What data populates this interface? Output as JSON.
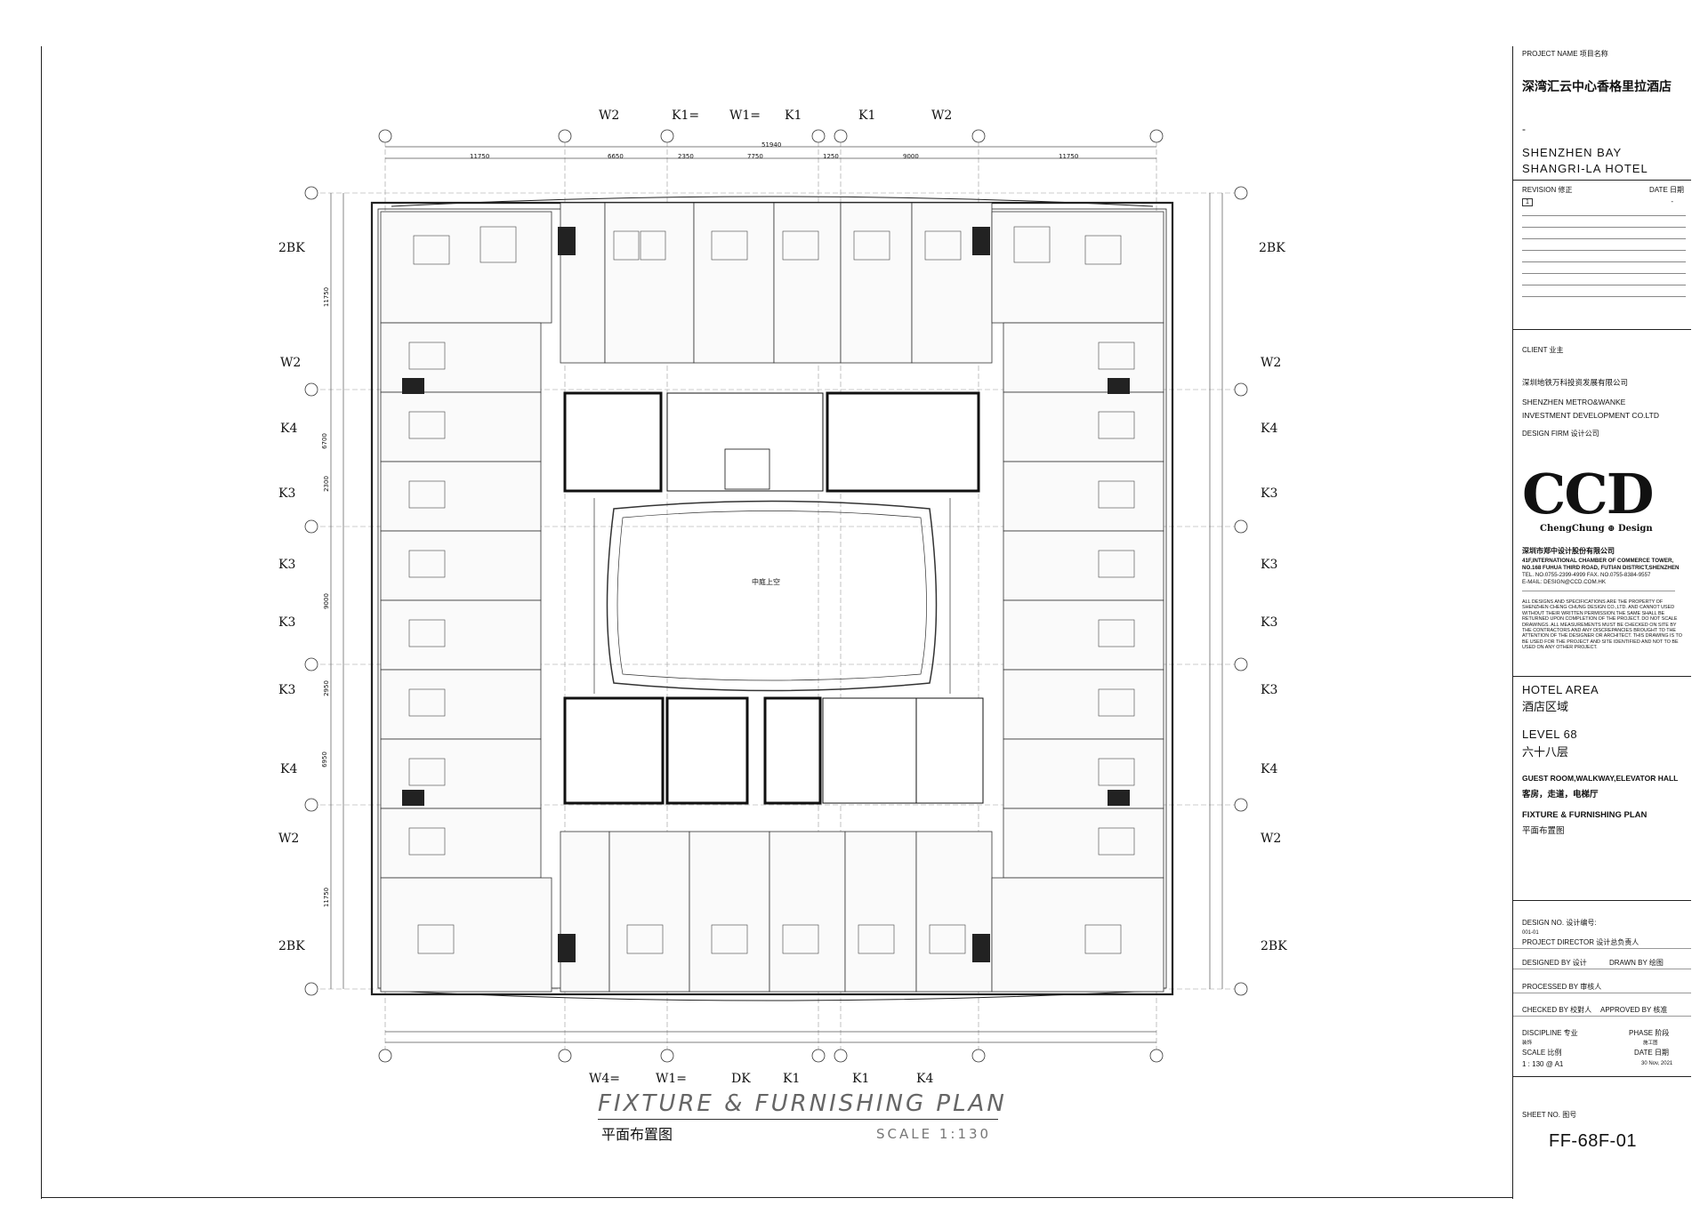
{
  "drawing": {
    "top_unit_labels": [
      "W2",
      "K1=",
      "W1=",
      "K1",
      "K1",
      "W2"
    ],
    "bottom_unit_labels": [
      "W4=",
      "W1=",
      "DK",
      "K1",
      "K1",
      "K4"
    ],
    "left_unit_labels": [
      "2BK",
      "W2",
      "K4",
      "K3",
      "K3",
      "K3",
      "K3",
      "K4",
      "W2",
      "2BK"
    ],
    "right_unit_labels": [
      "2BK",
      "W2",
      "K4",
      "K3",
      "K3",
      "K3",
      "K3",
      "K4",
      "W2",
      "2BK"
    ],
    "top_dimensions": [
      "11750",
      "6650",
      "2350",
      "7750",
      "1250",
      "9000",
      "11750"
    ],
    "overall_dimension": "51940",
    "side_dimensions": [
      "11750",
      "6700",
      "2300",
      "9000",
      "2950",
      "6950",
      "11750"
    ],
    "atrium_label": "中庭上空",
    "plan_title": "FIXTURE & FURNISHING PLAN",
    "plan_title_zh": "平面布置图",
    "plan_scale": "SCALE 1:130"
  },
  "title_block": {
    "project_name_label": "PROJECT NAME 项目名称",
    "project_name_zh": "深湾汇云中心香格里拉酒店",
    "dash": "-",
    "project_name_en_1": "SHENZHEN BAY",
    "project_name_en_2": "SHANGRI-LA HOTEL",
    "revision_label": "REVISION 修正",
    "date_label": "DATE 日期",
    "revision_mark": "1",
    "revision_date": "-",
    "client_label": "CLIENT 业主",
    "client_zh": "深圳地铁万科投资发展有限公司",
    "client_en_1": "SHENZHEN METRO&WANKE",
    "client_en_2": "INVESTMENT DEVELOPMENT CO.LTD",
    "design_firm_label": "DESIGN FIRM 设计公司",
    "logo": "CCD",
    "logo_sub": "ChengChung ⊕ Design",
    "firm_zh": "深圳市郑中设计股份有限公司",
    "firm_addr_1": "41F,INTERNATIONAL CHAMBER OF COMMERCE TOWER,",
    "firm_addr_2": "NO.168 FUHUA THIRD ROAD, FUTIAN DISTRICT,SHENZHEN",
    "firm_tel": "TEL. NO.0755-2399-4999   FAX. NO.0755-8384-9557",
    "firm_email": "E-MAIL: DESIGN@CCD.COM.HK",
    "disclaimer": "ALL DESIGNS AND SPECIFICATIONS ARE THE PROPERTY OF SHENZHEN CHENG CHUNG DESIGN CO.,LTD. AND CANNOT USED WITHOUT THEIR WRITTEN PERMISSION.THE SAME SHALL BE RETURNED UPON COMPLETION OF THE PROJECT. DO NOT SCALE DRAWINGS. ALL MEASUREMENTS MUST BE CHECKED ON SITE BY THE CONTRACTORS AND ANY DISCREPANCIES BROUGHT TO THE ATTENTION OF THE DESIGNER OR ARCHITECT. THIS DRAWING IS TO BE USED FOR THE PROJECT AND SITE IDENTIFIED AND NOT TO BE USED ON ANY OTHER PROJECT.",
    "area_en": "HOTEL AREA",
    "area_zh": "酒店区域",
    "level_en": "LEVEL 68",
    "level_zh": "六十八层",
    "content_en": "GUEST ROOM,WALKWAY,ELEVATOR HALL",
    "content_zh": "客房，走道，电梯厅",
    "plan_en": "FIXTURE & FURNISHING PLAN",
    "plan_zh": "平面布置图",
    "design_no_label": "DESIGN NO.  设计编号:",
    "design_no": "001-01",
    "project_director_label": "PROJECT DIRECTOR  设计总负责人",
    "designed_by_label": "DESIGNED BY  设计",
    "drawn_by_label": "DRAWN BY  绘图",
    "processed_by_label": "PROCESSED BY 审核人",
    "checked_by_label": "CHECKED BY  校對人",
    "approved_by_label": "APPROVED BY  核准",
    "discipline_label": "DISCIPLINE  专业",
    "phase_label": "PHASE  阶段",
    "discipline_value": "装饰",
    "phase_value": "施工图",
    "scale_label": "SCALE  比例",
    "date2_label": "DATE  日期",
    "scale_value": "1 : 130 @ A1",
    "date_value": "30 Nov, 2021",
    "sheet_no_label": "SHEET NO.  图号",
    "sheet_no": "FF-68F-01"
  }
}
